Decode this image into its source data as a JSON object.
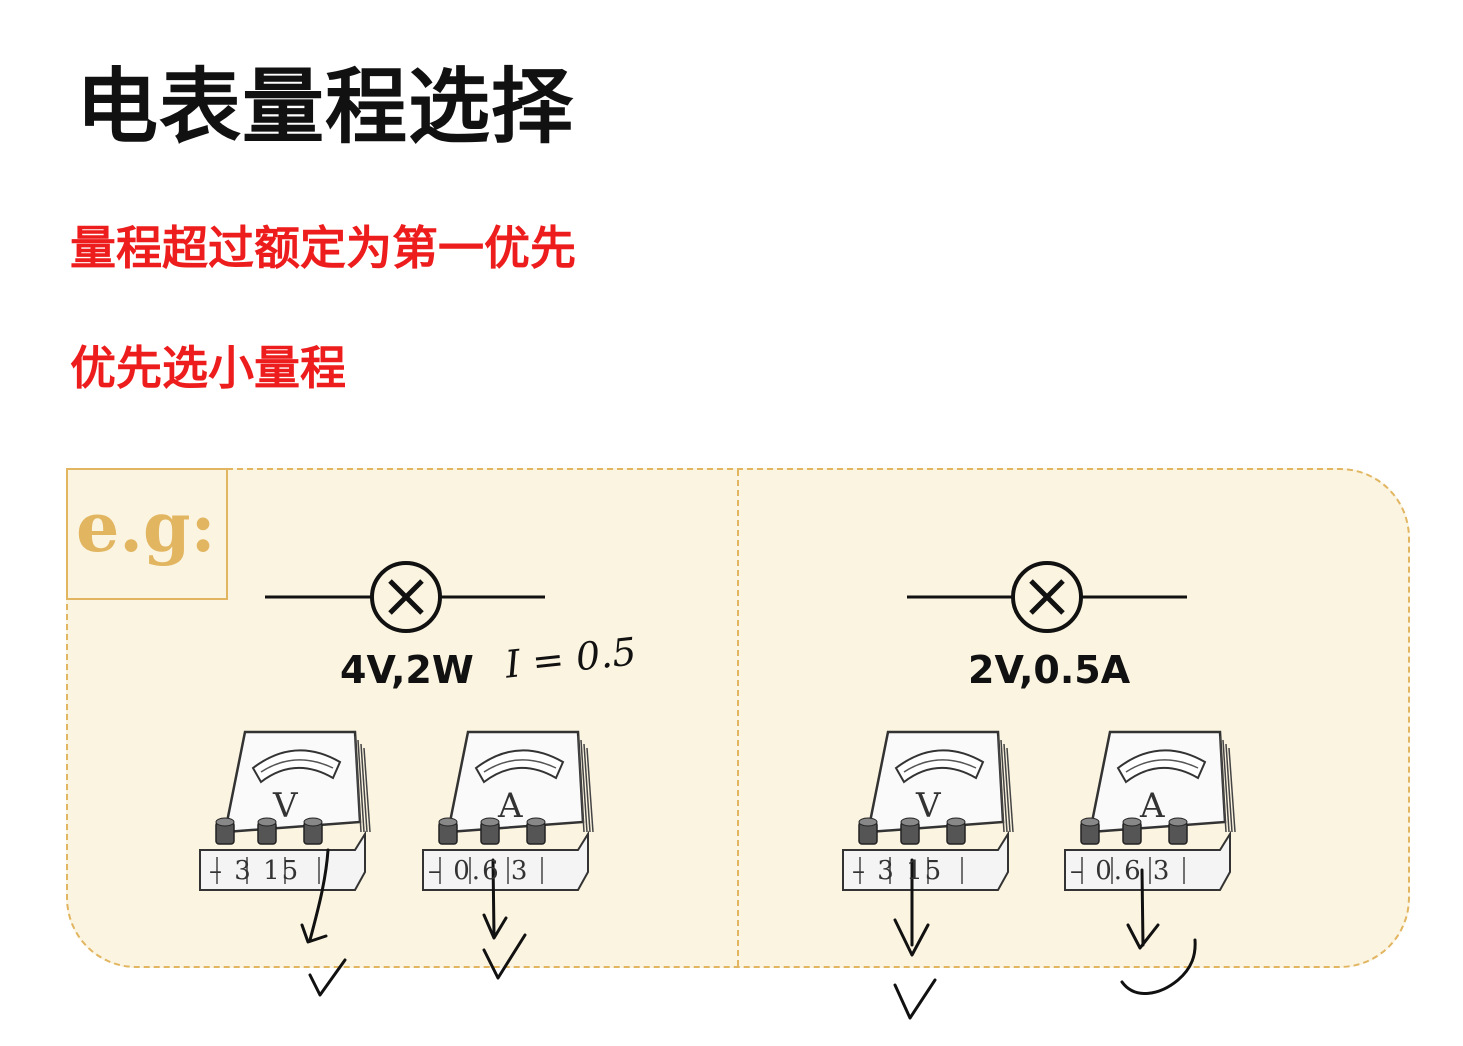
{
  "title": "电表量程选择",
  "rules": [
    "量程超过额定为第一优先",
    "优先选小量程"
  ],
  "example": {
    "tag": "e.g:",
    "cases": [
      {
        "lamp_label": "4V,2W",
        "handwritten_note": "I = 0.5",
        "meters": [
          {
            "letter": "V",
            "scale": "– 3 15"
          },
          {
            "letter": "A",
            "scale": "– 0.6 3"
          }
        ]
      },
      {
        "lamp_label": "2V,0.5A",
        "meters": [
          {
            "letter": "V",
            "scale": "– 3 15"
          },
          {
            "letter": "A",
            "scale": "– 0.6 3"
          }
        ]
      }
    ]
  },
  "colors": {
    "rule_text": "#ee1d1d",
    "panel_bg": "#fbf4e0",
    "panel_border": "#e2b560"
  },
  "icons": [
    "lamp-icon",
    "voltmeter-icon",
    "ammeter-icon",
    "check-mark-icon",
    "arrow-down-icon"
  ]
}
